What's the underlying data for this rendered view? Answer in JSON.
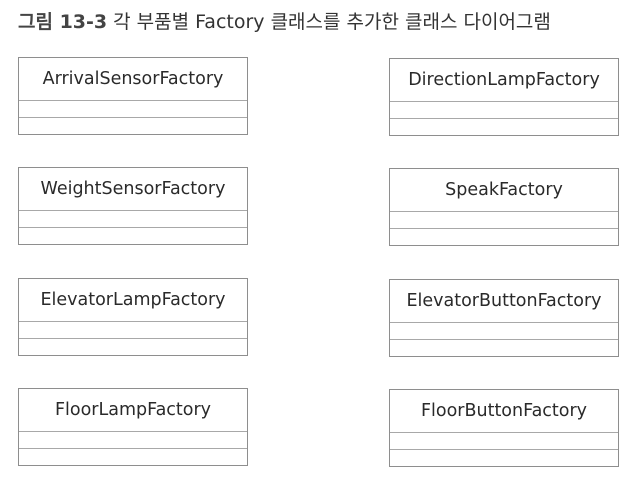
{
  "figure": {
    "number": "그림 13-3",
    "caption": "각 부품별 Factory 클래스를 추가한 클래스 다이어그램"
  },
  "classes": [
    {
      "name": "ArrivalSensorFactory"
    },
    {
      "name": "DirectionLampFactory"
    },
    {
      "name": "WeightSensorFactory"
    },
    {
      "name": "SpeakFactory"
    },
    {
      "name": "ElevatorLampFactory"
    },
    {
      "name": "ElevatorButtonFactory"
    },
    {
      "name": "FloorLampFactory"
    },
    {
      "name": "FloorButtonFactory"
    }
  ]
}
